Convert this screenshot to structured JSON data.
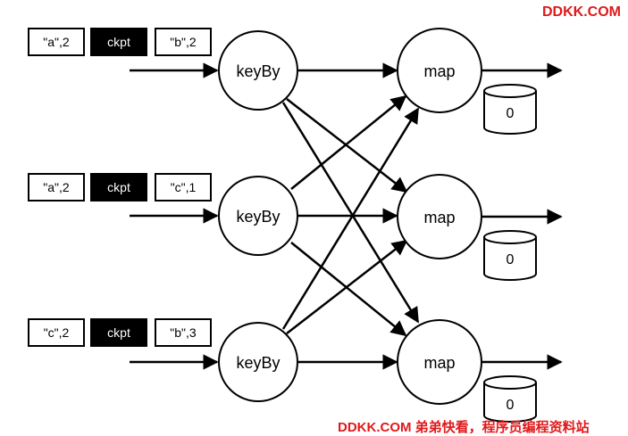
{
  "watermark": {
    "top": "DDKK.COM",
    "bottom": "DDKK.COM 弟弟快看，程序员编程资料站",
    "color": "#e0191b"
  },
  "streams": [
    {
      "records": [
        "\"a\",2",
        "ckpt",
        "\"b\",2"
      ]
    },
    {
      "records": [
        "\"a\",2",
        "ckpt",
        "\"c\",1"
      ]
    },
    {
      "records": [
        "\"c\",2",
        "ckpt",
        "\"b\",3"
      ]
    }
  ],
  "keyby_nodes": [
    {
      "label": "keyBy"
    },
    {
      "label": "keyBy"
    },
    {
      "label": "keyBy"
    }
  ],
  "map_nodes": [
    {
      "label": "map",
      "state": "0"
    },
    {
      "label": "map",
      "state": "0"
    },
    {
      "label": "map",
      "state": "0"
    }
  ],
  "colors": {
    "checkpoint_fill": "#000000",
    "checkpoint_text": "#ffffff",
    "stroke": "#000000"
  }
}
